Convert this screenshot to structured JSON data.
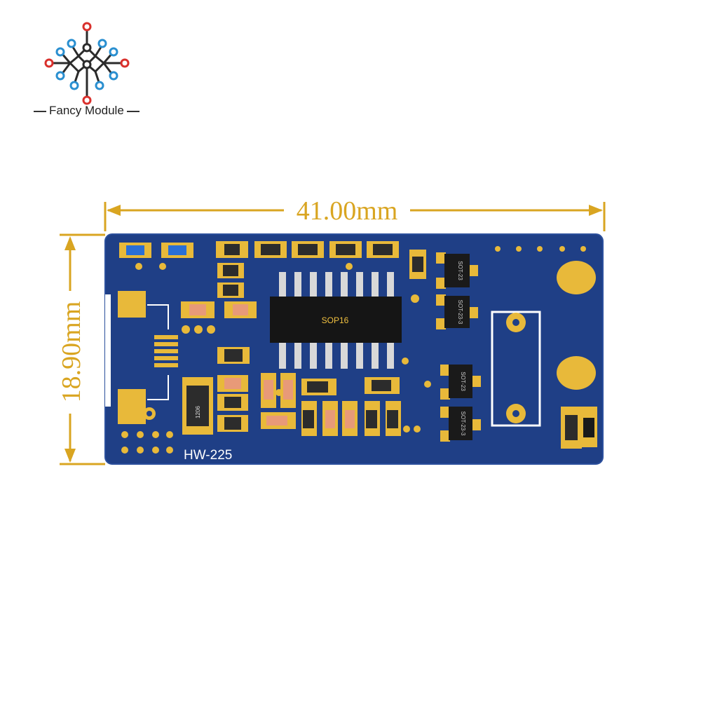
{
  "brand": {
    "name": "Fancy Module"
  },
  "dimensions": {
    "width": "41.00mm",
    "height": "18.90mm"
  },
  "board": {
    "model": "HW-225",
    "ic_label": "SOP16",
    "resistor_codes": [
      "1206"
    ],
    "transistor_labels": [
      "SOT-23",
      "SOT-23-3",
      "SOT-23",
      "SOT-23-3"
    ]
  },
  "colors": {
    "board": "#1f3f86",
    "board_edge": "#2b4f9c",
    "pad_gold": "#e8b93a",
    "silk": "#ffffff",
    "dim_gold": "#d9a521",
    "logo_red": "#d9302c",
    "logo_blue": "#2a8fd0"
  }
}
